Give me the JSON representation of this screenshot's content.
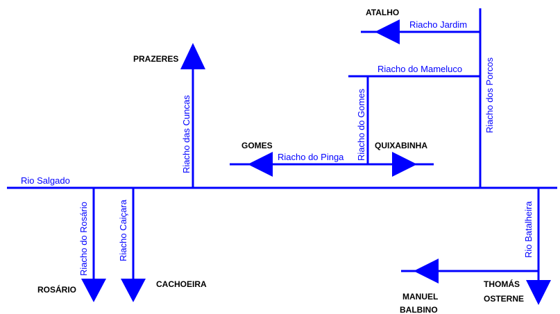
{
  "colors": {
    "river": "#0000ff",
    "place": "#000000",
    "background": "#ffffff"
  },
  "rivers": {
    "salgado": "Rio Salgado",
    "cuncas": "Riacho das Cuncas",
    "pinga": "Riacho do Pinga",
    "gomes": "Riacho do Gomes",
    "mameluco": "Riacho do Mameluco",
    "jardim": "Riacho Jardim",
    "porcos": "Riacho dos Porcos",
    "rosario": "Riacho do Rosário",
    "caicara": "Riacho Caiçara",
    "batalheira": "Rio Batalheira"
  },
  "places": {
    "atalho": "ATALHO",
    "prazeres": "PRAZERES",
    "gomes": "GOMES",
    "quixabinha": "QUIXABINHA",
    "rosario": "ROSÁRIO",
    "cachoeira": "CACHOEIRA",
    "manuel_1": "MANUEL",
    "manuel_2": "BALBINO",
    "thomas_1": "THOMÁS",
    "thomas_2": "OSTERNE"
  }
}
